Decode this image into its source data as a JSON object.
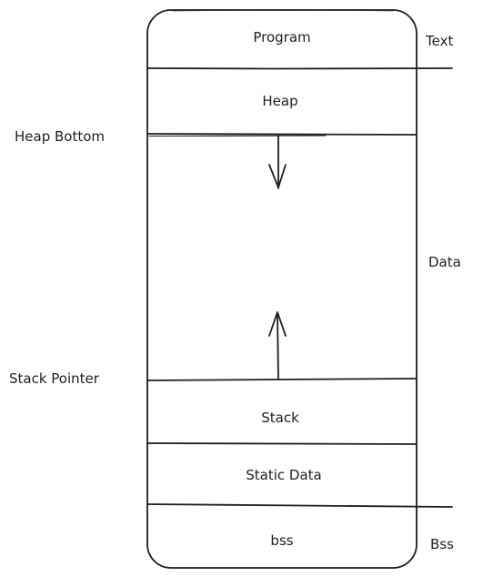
{
  "segments": {
    "program": "Program",
    "heap": "Heap",
    "stack": "Stack",
    "static_data": "Static Data",
    "bss": "bss"
  },
  "side_labels": {
    "text": "Text",
    "data": "Data",
    "bss": "Bss",
    "heap_bottom": "Heap Bottom",
    "stack_pointer": "Stack Pointer"
  },
  "colors": {
    "stroke": "#1e1e1e",
    "background": "#ffffff"
  }
}
